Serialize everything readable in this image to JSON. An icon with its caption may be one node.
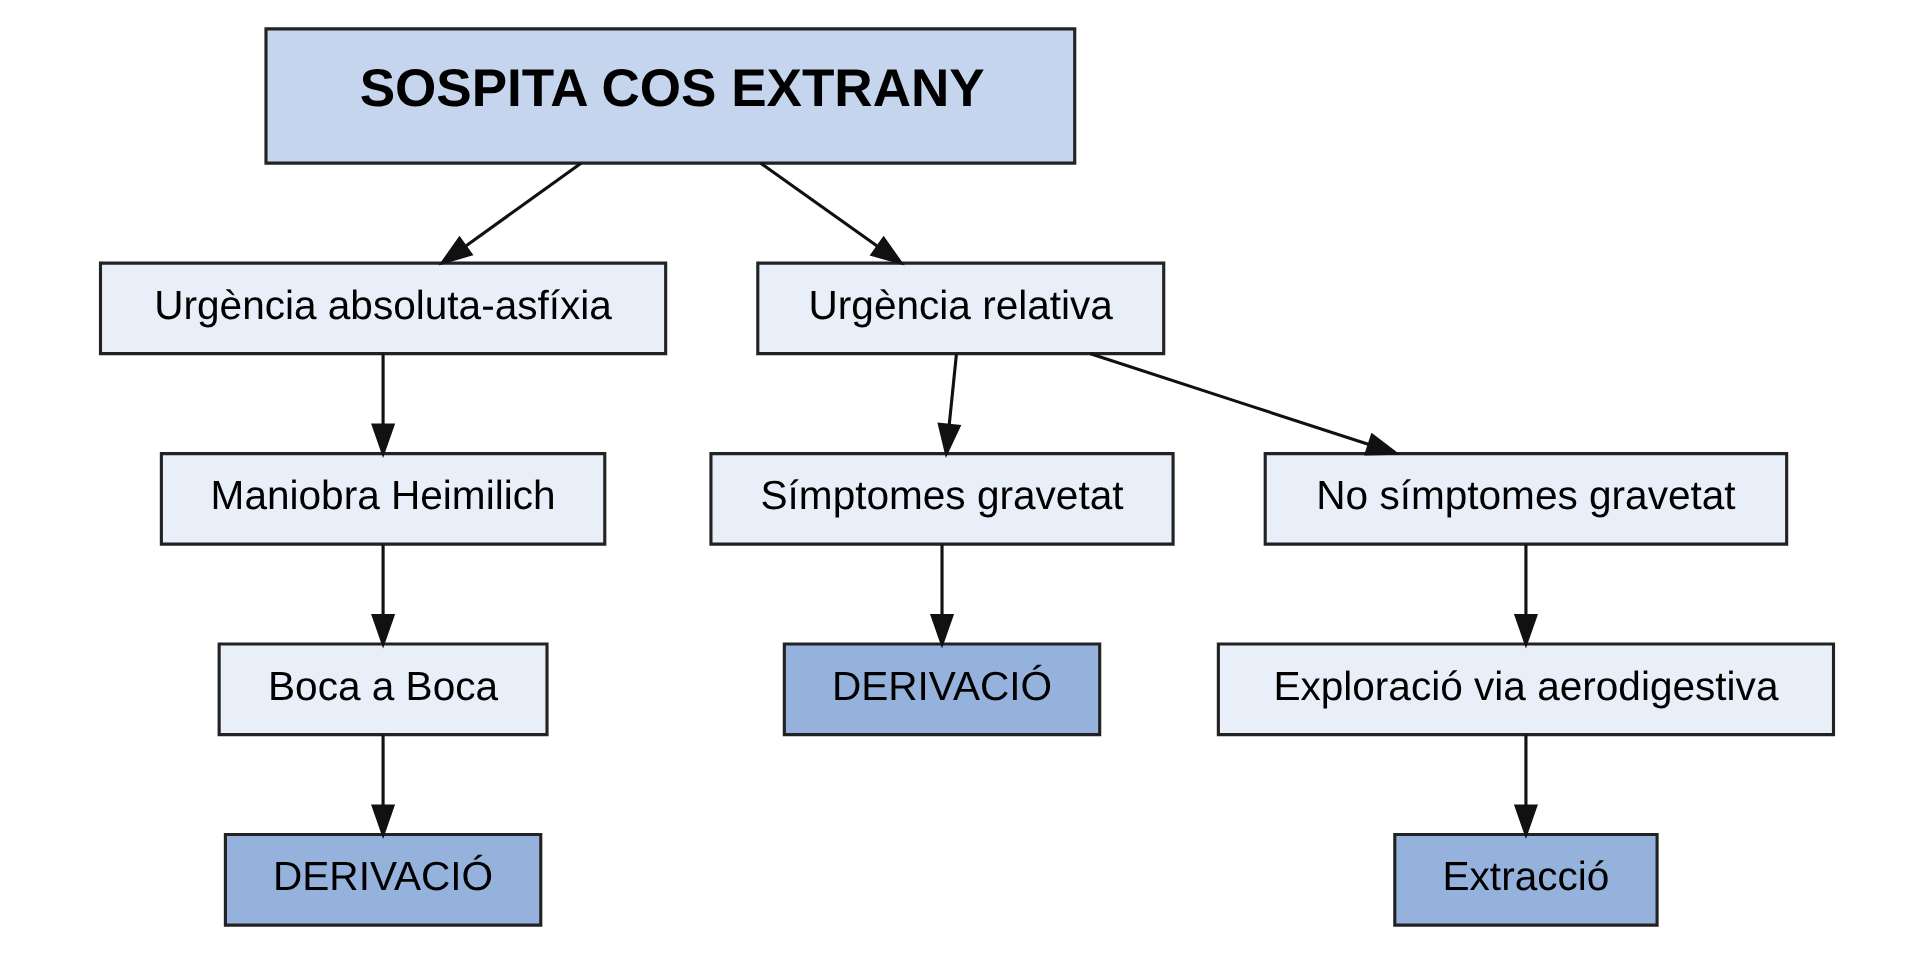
{
  "diagram": {
    "nodes": [
      {
        "text": [
          "SOSPITA COS EXTRANY"
        ]
      },
      {
        "text": [
          "Urgència absoluta-asfíxia"
        ]
      },
      {
        "text": [
          "Urgència relativa"
        ]
      },
      {
        "text": [
          "Maniobra Heimilich"
        ]
      },
      {
        "text": [
          "Boca a Boca"
        ]
      },
      {
        "text": [
          "DERIVACIÓ"
        ]
      },
      {
        "text": [
          "Símptomes gravetat"
        ]
      },
      {
        "text": [
          "DERIVACIÓ"
        ]
      },
      {
        "text": [
          "No símptomes gravetat"
        ]
      },
      {
        "text": [
          "Exploració via aerodigestiva"
        ]
      },
      {
        "text": [
          "Extracció"
        ]
      }
    ],
    "edges": [
      {
        "from": 0,
        "to": 1,
        "arrow": "to"
      },
      {
        "from": 0,
        "to": 2,
        "arrow": "to"
      },
      {
        "from": 1,
        "to": 3,
        "arrow": "to"
      },
      {
        "from": 3,
        "to": 4,
        "arrow": "to"
      },
      {
        "from": 4,
        "to": 5,
        "arrow": "to"
      },
      {
        "from": 2,
        "to": 6,
        "arrow": "to"
      },
      {
        "from": 2,
        "to": 8,
        "arrow": "to"
      },
      {
        "from": 6,
        "to": 7,
        "arrow": "to"
      },
      {
        "from": 8,
        "to": 9,
        "arrow": "to"
      },
      {
        "from": 9,
        "to": 10,
        "arrow": "to"
      }
    ]
  }
}
